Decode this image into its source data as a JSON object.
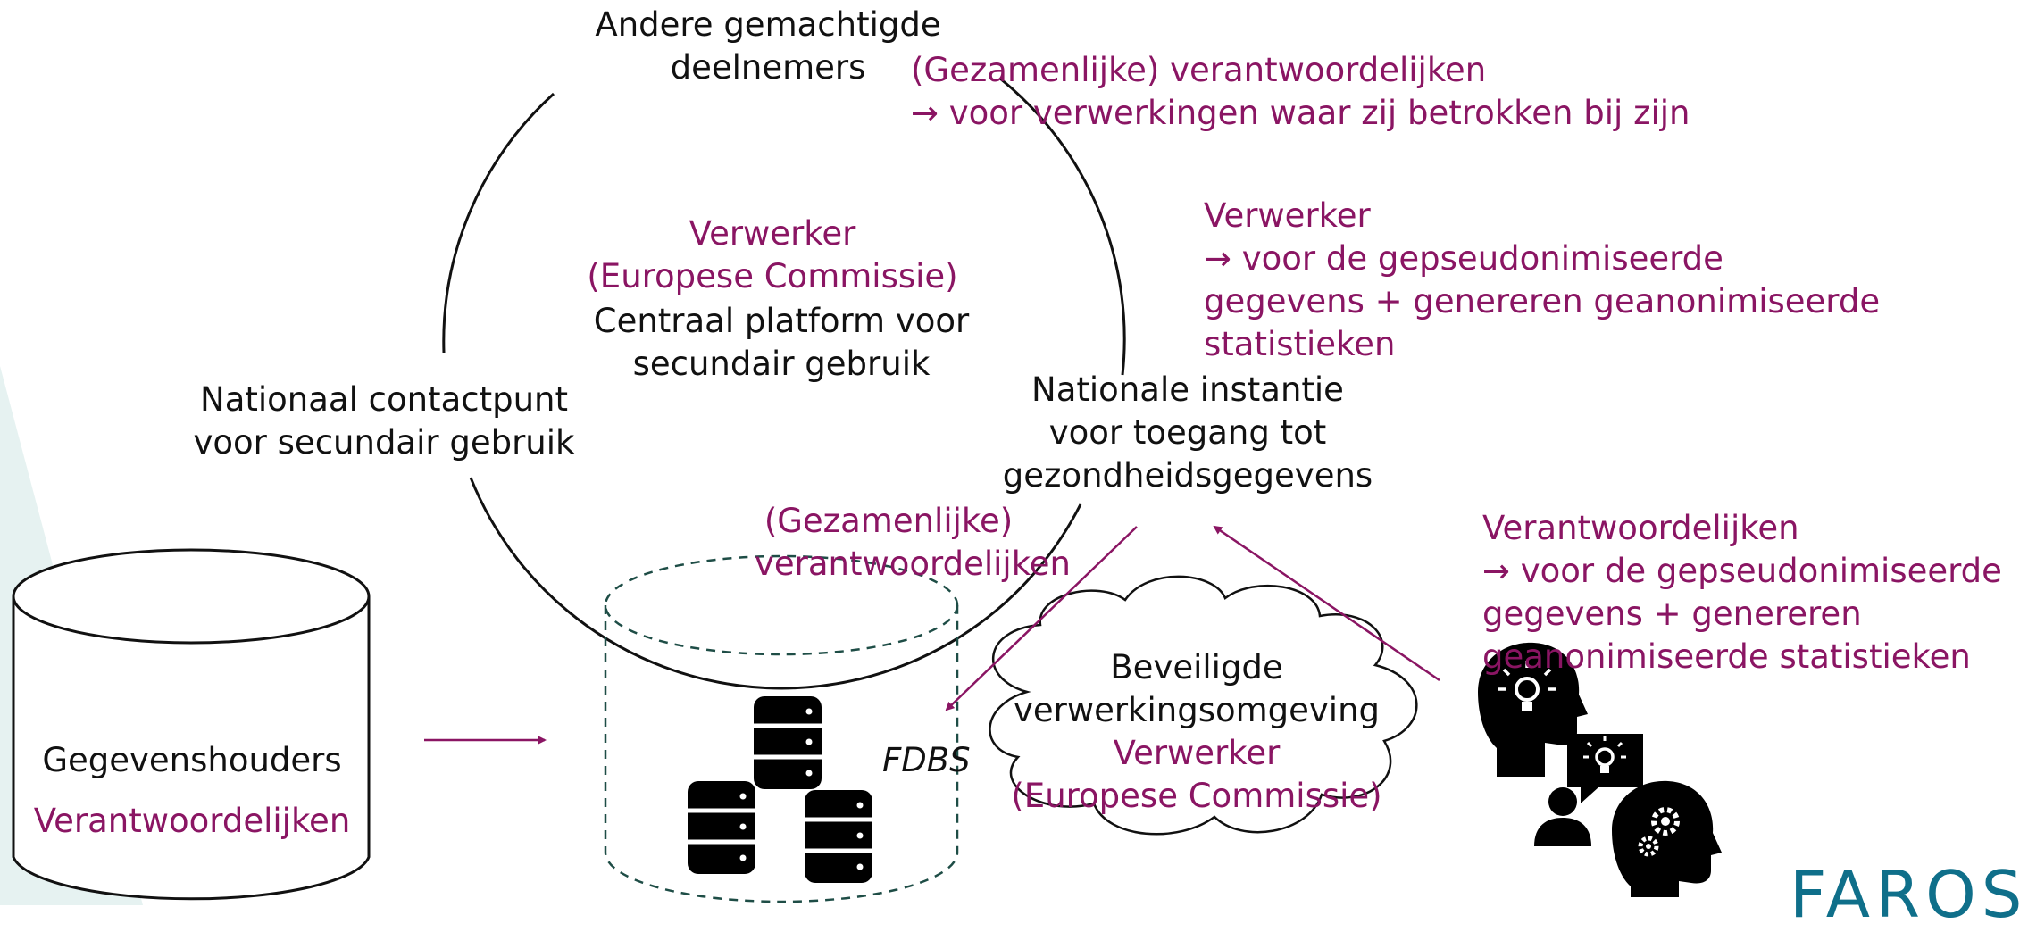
{
  "diagram": {
    "circle": {
      "top_label": [
        "Andere gemachtigde",
        "deelnemers"
      ],
      "center_role": [
        "Verwerker",
        "(Europese Commissie)"
      ],
      "center_label": [
        "Centraal platform voor",
        "secundair gebruik"
      ],
      "left_label": [
        "Nationaal contactpunt",
        "voor secundair gebruik"
      ],
      "right_label": [
        "Nationale instantie",
        "voor toegang tot",
        "gezondheidsgegevens"
      ],
      "bottom_role": [
        "(Gezamenlijke)",
        "verantwoordelijken"
      ]
    },
    "top_right_note": [
      "(Gezamenlijke) verantwoordelijken",
      "→ voor verwerkingen waar zij betrokken bij zijn"
    ],
    "right_note": [
      "Verwerker",
      "→ voor de gepseudonimiseerde",
      "gegevens + genereren geanonimiseerde",
      "statistieken"
    ],
    "users_note": [
      "Verantwoordelijken",
      "→ voor de gepseudonimiseerde",
      "gegevens + genereren",
      "geanonimiseerde statistieken"
    ],
    "data_holders": {
      "label": "Gegevenshouders",
      "role": "Verantwoordelijken"
    },
    "fdbs_label": "FDBS",
    "cloud": {
      "label": [
        "Beveiligde",
        "verwerkingsomgeving"
      ],
      "role": [
        "Verwerker",
        "(Europese Commissie)"
      ]
    },
    "logo_text": "FAROS",
    "colors": {
      "accent": "#8a1563",
      "ink": "#111111",
      "dashed": "#1e4d46",
      "teal_bg": "#e6f2f1",
      "logo": "#0f6f8a"
    },
    "icons": [
      "database-icon",
      "idea-head-icon",
      "speech-bubble-idea-icon",
      "person-icon",
      "gear-head-icon",
      "arrow-icon"
    ]
  }
}
